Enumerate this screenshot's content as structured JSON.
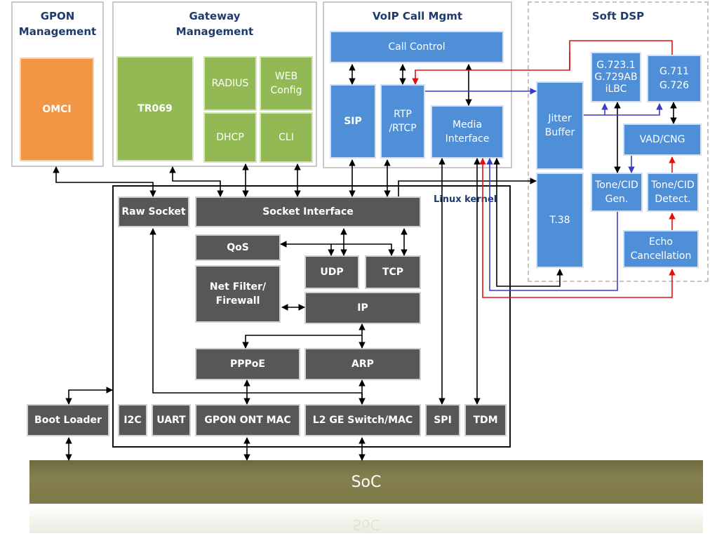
{
  "panels": {
    "gpon": "GPON\nManagement",
    "gateway": "Gateway\nManagement",
    "voip": "VoIP Call Mgmt",
    "softdsp": "Soft DSP"
  },
  "blocks": {
    "omci": "OMCI",
    "tr069": "TR069",
    "radius": "RADIUS",
    "web_config": "WEB\nConfig",
    "dhcp": "DHCP",
    "cli": "CLI",
    "call_control": "Call Control",
    "sip": "SIP",
    "rtp_rtcp": "RTP\n/RTCP",
    "media_interface": "Media\nInterface",
    "jitter_buffer": "Jitter\nBuffer",
    "t38": "T.38",
    "g723": "G.723.1\nG.729AB\niLBC",
    "g711": "G.711\nG.726",
    "vad_cng": "VAD/CNG",
    "tone_cid_gen": "Tone/CID\nGen.",
    "tone_cid_detect": "Tone/CID\nDetect.",
    "echo_cancel": "Echo\nCancellation",
    "raw_socket": "Raw Socket",
    "socket_interface": "Socket Interface",
    "qos": "QoS",
    "udp": "UDP",
    "tcp": "TCP",
    "net_filter": "Net Filter/\nFirewall",
    "ip": "IP",
    "pppoe": "PPPoE",
    "arp": "ARP",
    "i2c": "I2C",
    "uart": "UART",
    "gpon_ont_mac": "GPON ONT MAC",
    "l2_switch": "L2 GE Switch/MAC",
    "spi": "SPI",
    "tdm": "TDM",
    "boot_loader": "Boot Loader"
  },
  "kernel_label": "Linux kernel",
  "soc_label": "SoC",
  "colors": {
    "voip_block": "#4f8fd8",
    "mgmt_block": "#93b955",
    "omci_block": "#f39644",
    "kernel_block": "#575757",
    "soc": "#7d7846",
    "red_path": "#e01010",
    "blue_path": "#3a3ac8"
  }
}
